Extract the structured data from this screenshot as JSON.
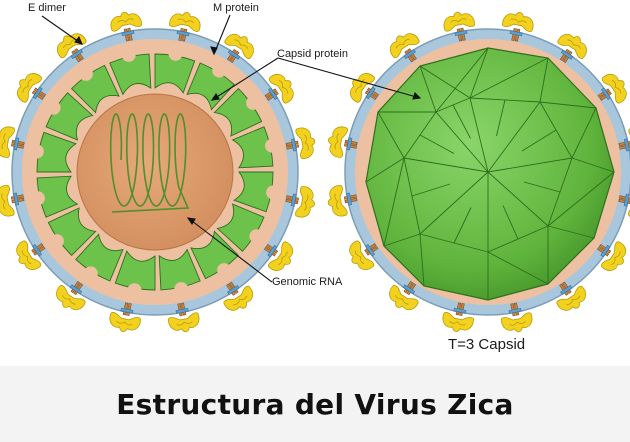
{
  "labels": {
    "e_dimer": "E dimer",
    "m_protein": "M protein",
    "capsid_protein": "Capsid protein",
    "genomic_rna": "Genomic RNA"
  },
  "capsid_caption": "T=3 Capsid",
  "title": "Estructura del Virus Zica",
  "colors": {
    "membrane": "#a9c7dc",
    "lipid": "#ecc0a0",
    "capsid_green": "#6cc24a",
    "core_orange": "#dd9b6c",
    "rna": "#4f8f2c",
    "e_protein": "#f2d21e",
    "m_protein": "#c8813c"
  }
}
